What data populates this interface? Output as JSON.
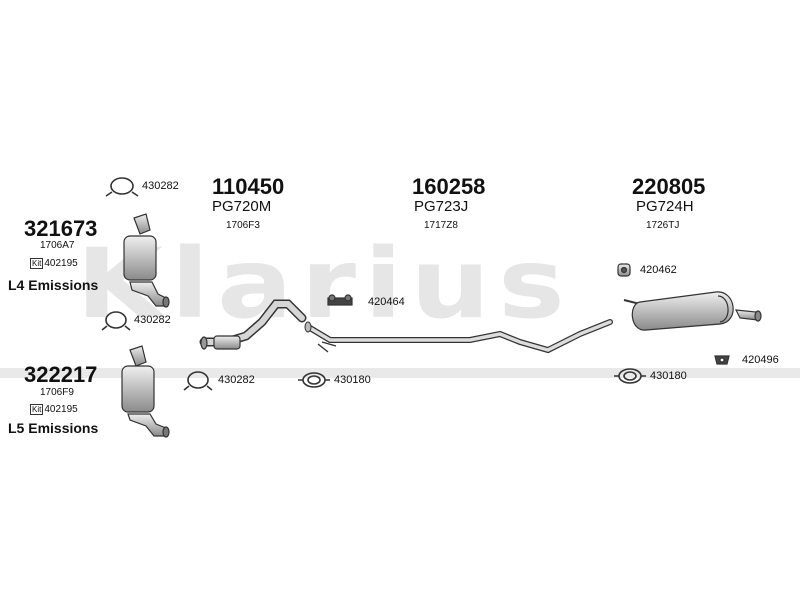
{
  "watermark": "Klarius",
  "left_assemblies": [
    {
      "part_no": "321673",
      "sub_code": "1706A7",
      "kit_label": "Kit",
      "kit_no": "402195",
      "emission_label": "L4 Emissions"
    },
    {
      "part_no": "322217",
      "sub_code": "1706F9",
      "kit_label": "Kit",
      "kit_no": "402195",
      "emission_label": "L5 Emissions"
    }
  ],
  "sections": [
    {
      "part_no": "110450",
      "ref": "PG720M",
      "sub_code": "1706F3"
    },
    {
      "part_no": "160258",
      "ref": "PG723J",
      "sub_code": "1717Z8"
    },
    {
      "part_no": "220805",
      "ref": "PG724H",
      "sub_code": "1726TJ"
    }
  ],
  "fittings": [
    {
      "code": "430282"
    },
    {
      "code": "430282"
    },
    {
      "code": "430282"
    },
    {
      "code": "420464"
    },
    {
      "code": "430180"
    },
    {
      "code": "420462"
    },
    {
      "code": "430180"
    },
    {
      "code": "420496"
    }
  ],
  "colors": {
    "line": "#333333",
    "part_fill": "#c8c8c8",
    "part_shade": "#8a8a8a",
    "watermark": "#e6e6e6"
  }
}
